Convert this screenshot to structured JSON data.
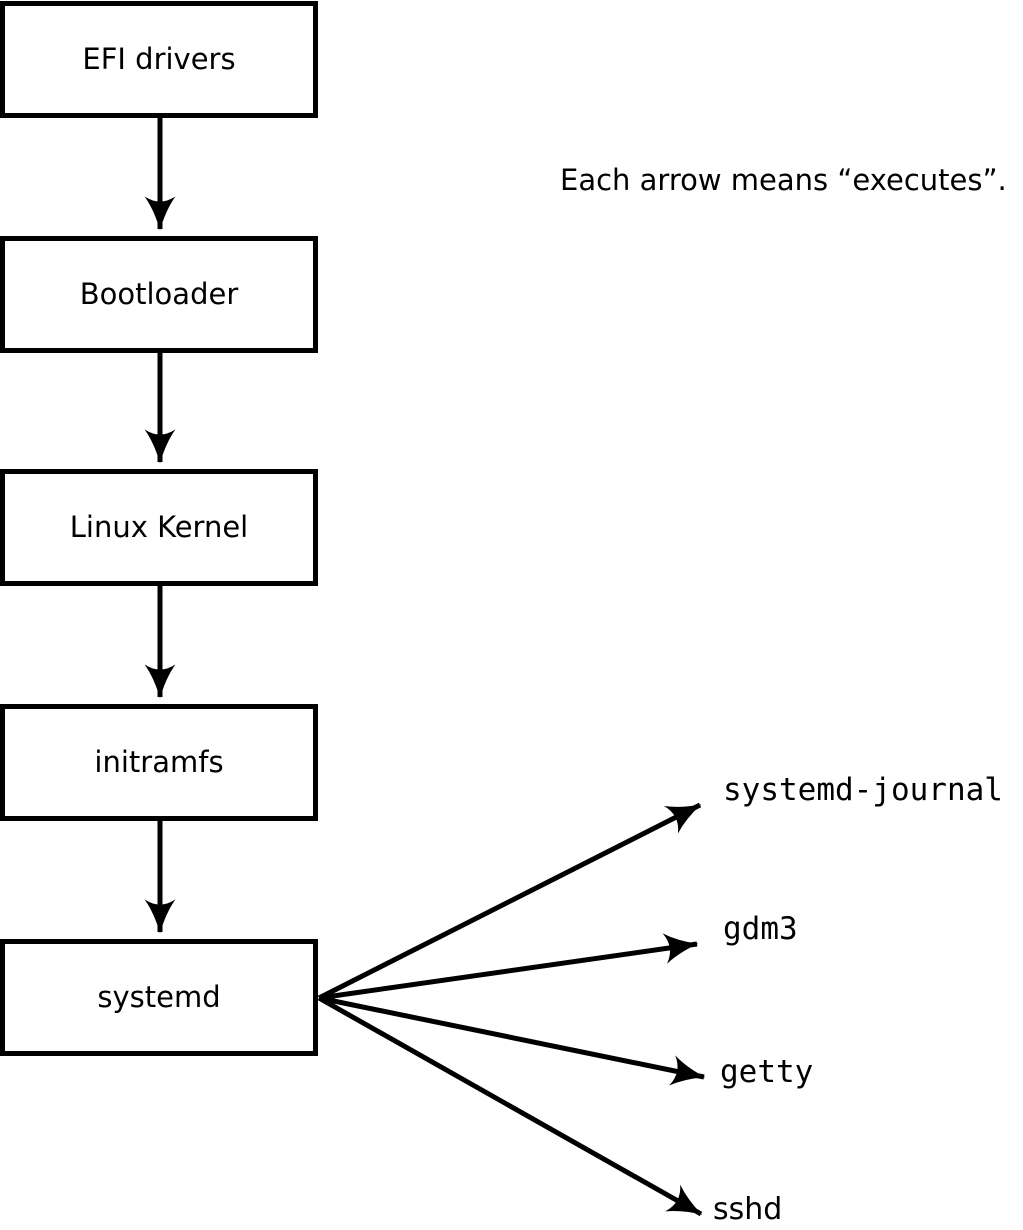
{
  "caption": "Each arrow means “executes”.",
  "chain": [
    {
      "label": "EFI drivers"
    },
    {
      "label": "Bootloader"
    },
    {
      "label": "Linux Kernel"
    },
    {
      "label": "initramfs"
    },
    {
      "label": "systemd"
    }
  ],
  "spawned": [
    {
      "label": "systemd-journal"
    },
    {
      "label": "gdm3"
    },
    {
      "label": "getty"
    },
    {
      "label": "sshd"
    }
  ],
  "colors": {
    "line": "#000000",
    "box_fill": "#ffffff",
    "background": "#ffffff",
    "text": "#000000"
  }
}
